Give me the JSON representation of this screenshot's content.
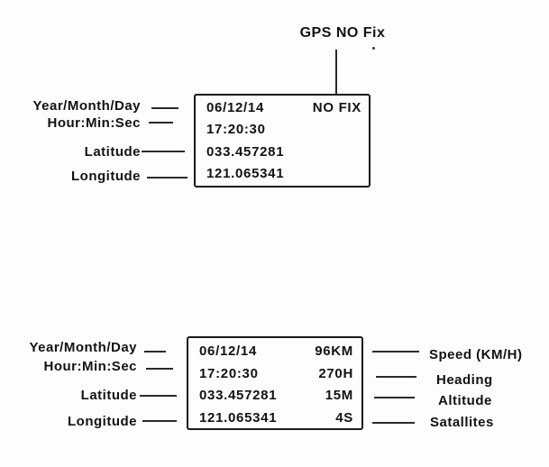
{
  "page": {
    "background": "#fdfdfd",
    "ink": "#121212"
  },
  "no_fix_figure": {
    "callout_label": "GPS NO Fix",
    "left_labels": [
      "Year/Month/Day",
      "Hour:Min:Sec",
      "Latitude",
      "Longitude"
    ],
    "display": {
      "date": "06/12/14",
      "fix_status": "NO FIX",
      "time": "17:20:30",
      "latitude": "033.457281",
      "longitude": "121.065341"
    }
  },
  "fix_figure": {
    "left_labels": [
      "Year/Month/Day",
      "Hour:Min:Sec",
      "Latitude",
      "Longitude"
    ],
    "right_labels": [
      "Speed (KM/H)",
      "Heading",
      "Altitude",
      "Satallites"
    ],
    "display": {
      "rows": [
        {
          "left": "06/12/14",
          "right": "96KM"
        },
        {
          "left": "17:20:30",
          "right": "270H"
        },
        {
          "left": "033.457281",
          "right": "15M"
        },
        {
          "left": "121.065341",
          "right": "4S"
        }
      ]
    }
  }
}
